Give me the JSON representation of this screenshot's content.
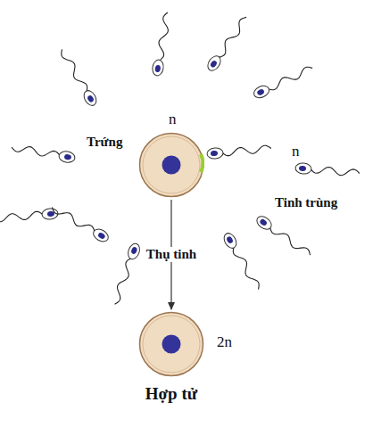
{
  "diagram": {
    "nodes": [
      {
        "text": [
          "n",
          "Trứng"
        ]
      },
      {
        "text": [
          "2n",
          "Hợp tử"
        ]
      }
    ],
    "edges": [
      {
        "from": 0,
        "to": 1,
        "arrow": "to",
        "label": "Thụ tinh"
      }
    ],
    "labels": [
      "n",
      "Tinh trùng"
    ]
  }
}
